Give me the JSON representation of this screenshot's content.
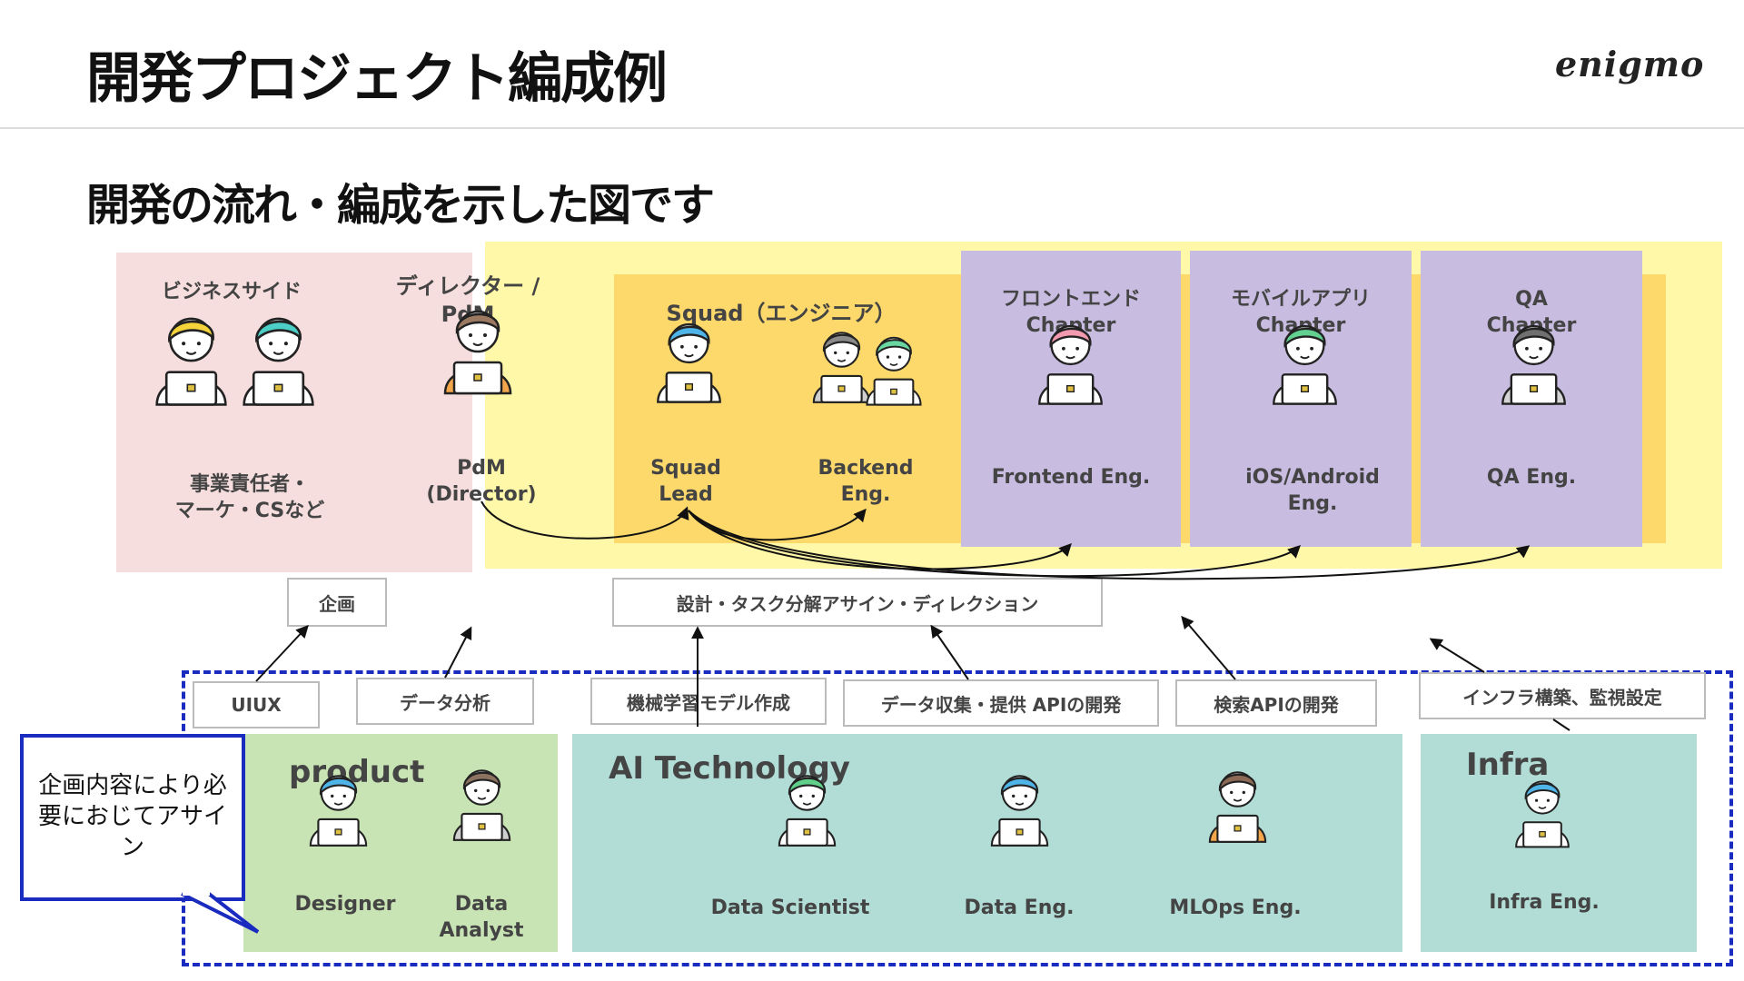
{
  "header": {
    "title": "開発プロジェクト編成例",
    "logo": "enigmo"
  },
  "subtitle": "開発の流れ・編成を示した図です",
  "business": {
    "title": "ビジネスサイド",
    "members_label": [
      "事業責任者・",
      "マーケ・CSなど"
    ]
  },
  "director": {
    "title": [
      "ディレクター /",
      "PdM"
    ],
    "role": [
      "PdM",
      "(Director)"
    ]
  },
  "squad": {
    "title": "Squad（エンジニア）",
    "lead": [
      "Squad",
      "Lead"
    ],
    "backend": [
      "Backend",
      "Eng."
    ]
  },
  "chapters": [
    {
      "title": [
        "フロントエンド",
        "Chapter"
      ],
      "role": [
        "Frontend Eng."
      ]
    },
    {
      "title": [
        "モバイルアプリ",
        "Chapter"
      ],
      "role": [
        "iOS/Android",
        "Eng."
      ]
    },
    {
      "title": [
        "QA",
        "Chapter"
      ],
      "role": [
        "QA Eng."
      ]
    }
  ],
  "flow_boxes": {
    "planning": "企画",
    "design": "設計・タスク分解アサイン・ディレクション"
  },
  "task_boxes": {
    "uiux": "UIUX",
    "data_analysis": "データ分析",
    "ml_model": "機械学習モデル作成",
    "data_api": "データ収集・提供 APIの開発",
    "search_api": "検索APIの開発",
    "infra_setup": "インフラ構築、監視設定"
  },
  "product": {
    "title": "product",
    "designer": [
      "Designer"
    ],
    "analyst": [
      "Data",
      "Analyst"
    ]
  },
  "ai": {
    "title": "AI Technology",
    "scientist": [
      "Data Scientist"
    ],
    "data_eng": [
      "Data Eng."
    ],
    "mlops": [
      "MLOps Eng."
    ]
  },
  "infra": {
    "title": "Infra",
    "role": [
      "Infra Eng."
    ]
  },
  "callout": {
    "text": "企画内容により必要におじてアサイン"
  },
  "colors": {
    "accent_blue": "#1a2bc0",
    "pink": "#f7dede",
    "yellow": "#fff8a8",
    "orange": "#fdd86a",
    "purple": "#c8bce0",
    "green": "#c8e4b4",
    "teal": "#b2ddd6"
  }
}
